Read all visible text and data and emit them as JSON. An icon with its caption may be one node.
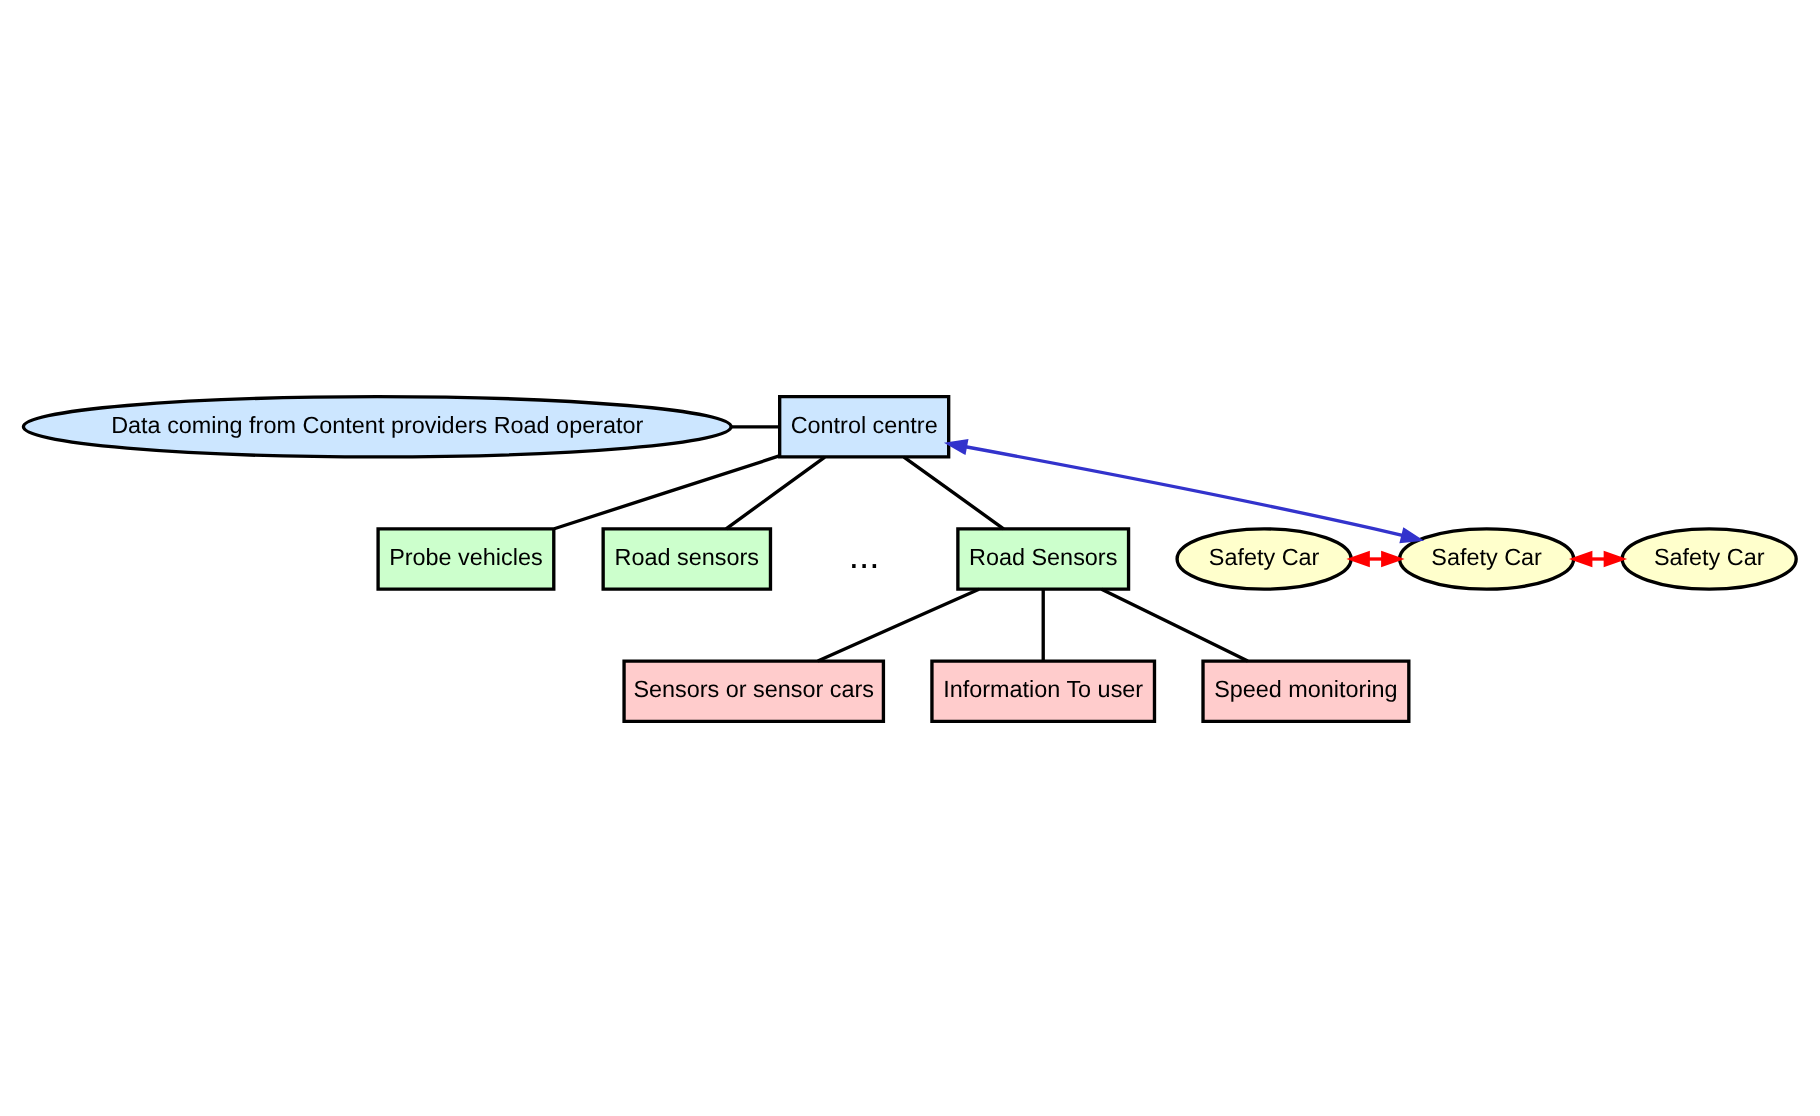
{
  "diagram": {
    "nodes": [
      {
        "text": [
          "Data coming from Content providers Road operator"
        ]
      },
      {
        "text": [
          "Control centre"
        ]
      },
      {
        "text": [
          "Probe vehicles"
        ]
      },
      {
        "text": [
          "Road sensors"
        ]
      },
      {
        "text": [
          "Road Sensors"
        ]
      },
      {
        "text": [
          "Sensors or sensor cars"
        ]
      },
      {
        "text": [
          "Information To user"
        ]
      },
      {
        "text": [
          "Speed monitoring"
        ]
      },
      {
        "text": [
          "Safety Car"
        ]
      },
      {
        "text": [
          "Safety Car"
        ]
      },
      {
        "text": [
          "Safety Car"
        ]
      }
    ],
    "edges": [
      {
        "from": 0,
        "to": 1,
        "arrow": "none"
      },
      {
        "from": 1,
        "to": 2,
        "arrow": "none"
      },
      {
        "from": 1,
        "to": 3,
        "arrow": "none"
      },
      {
        "from": 1,
        "to": 4,
        "arrow": "none"
      },
      {
        "from": 4,
        "to": 5,
        "arrow": "none"
      },
      {
        "from": 4,
        "to": 6,
        "arrow": "none"
      },
      {
        "from": 4,
        "to": 7,
        "arrow": "none"
      },
      {
        "from": 1,
        "to": 9,
        "arrow": "both",
        "color": "#3333cc"
      },
      {
        "from": 8,
        "to": 9,
        "arrow": "both",
        "color": "#ff0000"
      },
      {
        "from": 9,
        "to": 10,
        "arrow": "both",
        "color": "#ff0000"
      }
    ],
    "labels": [
      "..."
    ]
  }
}
